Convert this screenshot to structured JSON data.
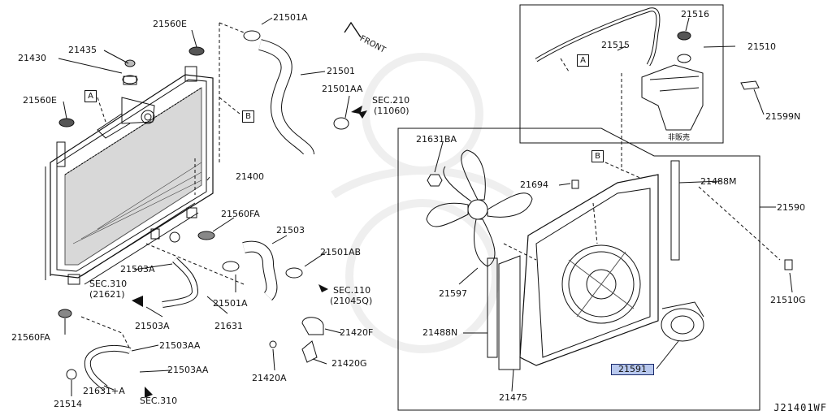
{
  "diagram_code": "J21401WF",
  "front_label": "FRONT",
  "sec210": {
    "line1": "SEC.210",
    "line2": "(11060)"
  },
  "sec110": {
    "line1": "SEC.110",
    "line2": "(21045Q)"
  },
  "sec310a": {
    "line1": "SEC.310",
    "line2": "(21621)"
  },
  "sec310b": "SEC.310",
  "box_letters": {
    "a": "A",
    "b": "B"
  },
  "jp_note": "非販売",
  "highlight_part": "21591",
  "parts": {
    "p21430": "21430",
    "p21435": "21435",
    "p21560E_top": "21560E",
    "p21560E_left": "21560E",
    "p21501A": "21501A",
    "p21501": "21501",
    "p21501AA": "21501AA",
    "p21400": "21400",
    "p21560FA_mid": "21560FA",
    "p21503": "21503",
    "p21501AB": "21501AB",
    "p21503A_top": "21503A",
    "p21503A_bot": "21503A",
    "p21631": "21631",
    "p21501A_bot": "21501A",
    "p21420F": "21420F",
    "p21420G": "21420G",
    "p21420A": "21420A",
    "p21503AA_1": "21503AA",
    "p21503AA_2": "21503AA",
    "p21631A": "21631+A",
    "p21514": "21514",
    "p21560FA_bot": "21560FA",
    "p21515": "21515",
    "p21516": "21516",
    "p21510": "21510",
    "p21599N": "21599N",
    "p21631BA": "21631BA",
    "p21694": "21694",
    "p21488M": "21488M",
    "p21590": "21590",
    "p21597": "21597",
    "p21510G": "21510G",
    "p21488N": "21488N",
    "p21475": "21475"
  }
}
